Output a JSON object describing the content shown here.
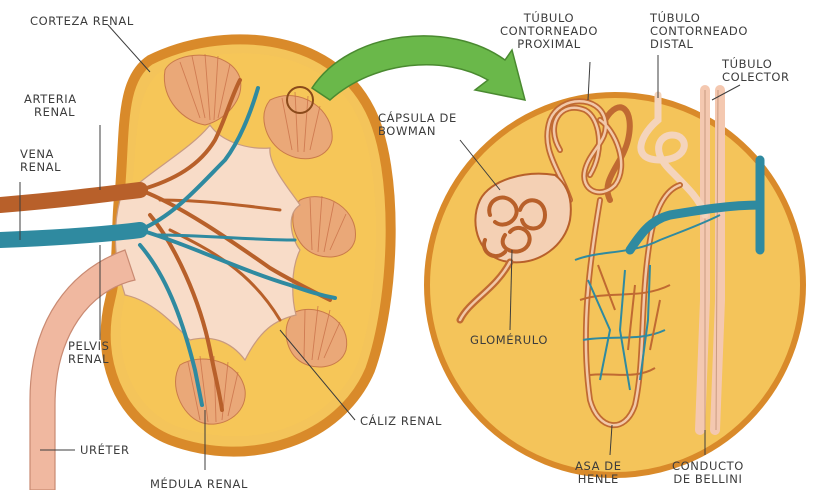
{
  "labels": {
    "corteza_renal": "CORTEZA RENAL",
    "arteria_renal": [
      "ARTERIA",
      "RENAL"
    ],
    "vena_renal": [
      "VENA",
      "RENAL"
    ],
    "pelvis_renal": [
      "PELVIS",
      "RENAL"
    ],
    "ureter": "URÉTER",
    "medula_renal": "MÉDULA RENAL",
    "caliz_renal": "CÁLIZ RENAL",
    "tubulo_proximal": [
      "TÚBULO",
      "CONTORNEADO",
      "PROXIMAL"
    ],
    "tubulo_distal": [
      "TÚBULO",
      "CONTORNEADO",
      "DISTAL"
    ],
    "tubulo_colector": [
      "TÚBULO",
      "COLECTOR"
    ],
    "capsula_bowman": [
      "CÁPSULA DE",
      "BOWMAN"
    ],
    "glomerulo": "GLOMÉRULO",
    "asa_henle": [
      "ASA DE",
      "HENLE"
    ],
    "conducto_bellini": [
      "CONDUCTO",
      "DE BELLINI"
    ]
  },
  "colors": {
    "kidney_fill": "#f4c45a",
    "kidney_rim": "#d98a2a",
    "pelvis_fill": "#f8dcc8",
    "artery": "#b8602a",
    "vein": "#2f8aa0",
    "ureter": "#f0b8a0",
    "zoom_arrow": "#6ab84a",
    "pyramid": "#e8a070"
  }
}
